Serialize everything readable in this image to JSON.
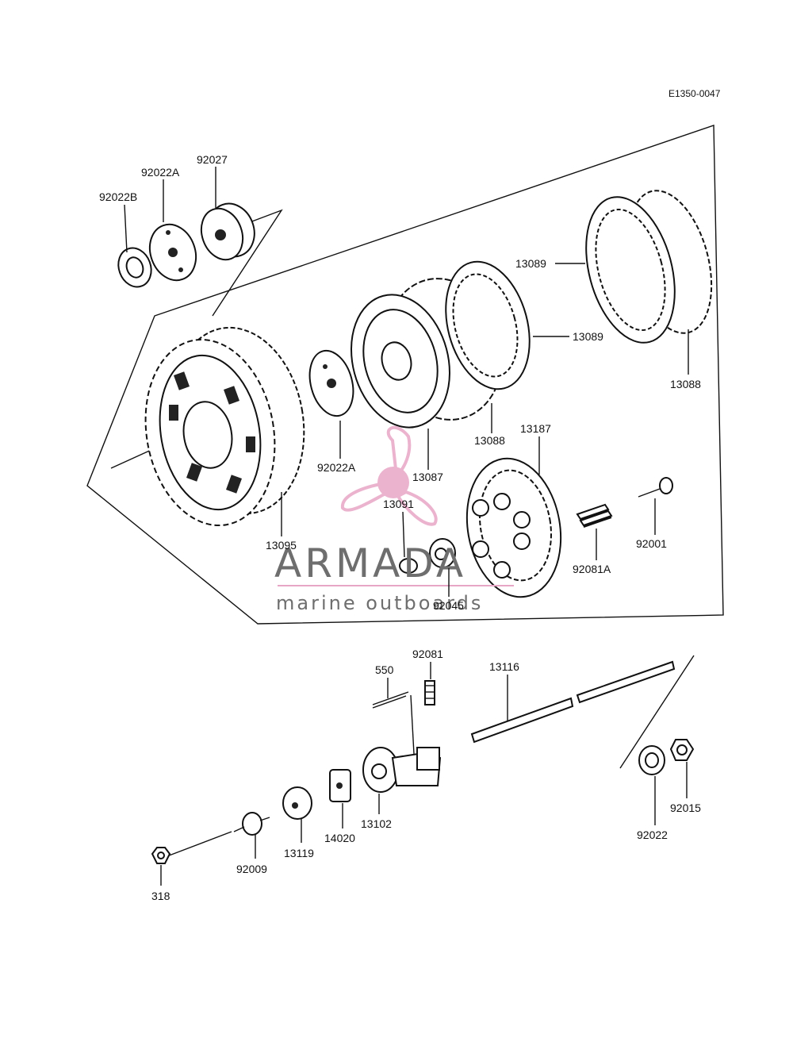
{
  "diagram_code": "E1350-0047",
  "watermark": {
    "brand": "ARMADA",
    "tagline": "marine outboards",
    "accent_color": "#e8a6c6",
    "logo_icon": "propeller-icon"
  },
  "labels": {
    "p92022B": "92022B",
    "p92022A_top": "92022A",
    "p92027": "92027",
    "p13089_a": "13089",
    "p13089_b": "13089",
    "p13088_right": "13088",
    "p13088_mid": "13088",
    "p13187": "13187",
    "p13087": "13087",
    "p92022A_mid": "92022A",
    "p13091": "13091",
    "p13095": "13095",
    "p92045": "92045",
    "p92081A": "92081A",
    "p92001": "92001",
    "p92081": "92081",
    "p550": "550",
    "p13116": "13116",
    "p13102": "13102",
    "p14020": "14020",
    "p13119": "13119",
    "p92009": "92009",
    "p318": "318",
    "p92022": "92022",
    "p92015": "92015"
  }
}
